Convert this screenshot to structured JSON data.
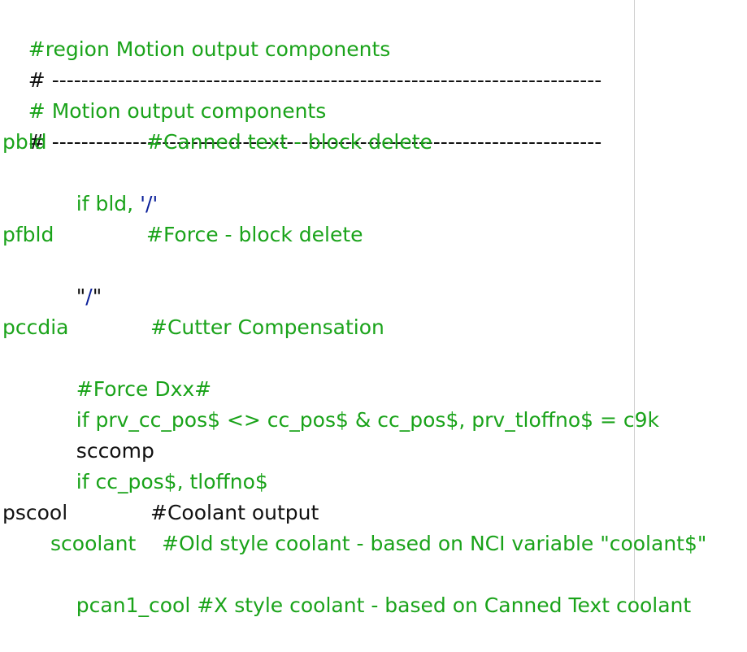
{
  "editor": {
    "lines": [
      {
        "text": "#region Motion output components",
        "color": "#1aa31a"
      },
      {
        "text": "# ---------------------------------------------------------------------------",
        "color": "#111111"
      },
      {
        "text": "# Motion output components",
        "color": "#1aa31a"
      },
      {
        "text": "# ---------------------------------------------------------------------------",
        "color": "#111111"
      },
      {
        "label": "pbld",
        "comment": "#Canned text - block delete",
        "color": "#1aa31a"
      },
      {
        "prefix": "if bld, ",
        "string": "'/'",
        "prefix_color": "#1aa31a",
        "string_color": "#0a1f9a"
      },
      {
        "text": ""
      },
      {
        "label": "pfbld",
        "comment": "#Force - block delete",
        "color": "#1aa31a"
      },
      {
        "prefix": "\"",
        "string": "/",
        "suffix": "\"",
        "prefix_color": "#111111",
        "string_color": "#0a1f9a"
      },
      {
        "text": ""
      },
      {
        "label": "pccdia",
        "comment": "#Cutter Compensation",
        "color": "#1aa31a"
      },
      {
        "text": "#Force Dxx#",
        "color": "#1aa31a"
      },
      {
        "text": "if prv_cc_pos$ <> cc_pos$ & cc_pos$, prv_tloffno$ = c9k",
        "color": "#1aa31a"
      },
      {
        "text": "sccomp",
        "color": "#111111"
      },
      {
        "text": "if cc_pos$, tloffno$",
        "color": "#1aa31a"
      },
      {
        "text": ""
      },
      {
        "label": "pscool",
        "comment": "#Coolant output",
        "color": "#111111"
      },
      {
        "label": "scoolant",
        "comment": "#Old style coolant - based on NCI variable \"coolant$\"",
        "color": "#1aa31a"
      },
      {
        "text": "pcan1_cool #X style coolant - based on Canned Text coolant",
        "color": "#1aa31a"
      }
    ]
  }
}
